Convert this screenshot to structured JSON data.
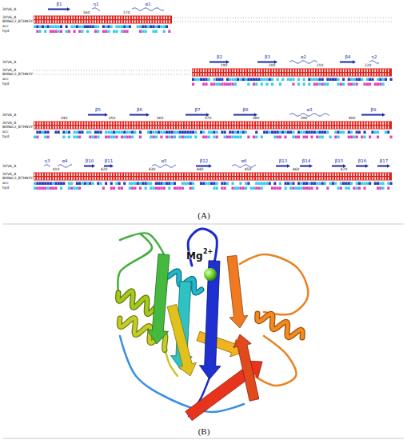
{
  "diagram": {
    "labels": [
      "(A)",
      "(B)",
      "Mg",
      "2+",
      "3VV6_A",
      "3VV6_A",
      "B0N6L2_BTHNSY",
      "acc",
      "hyd",
      "β1",
      "η1",
      "α1",
      "160",
      "170",
      "3VV6_A",
      "3VV6_A",
      "B0N6L2_BTHNSY",
      "acc",
      "hyd",
      "β2",
      "β3",
      "α2",
      "β4",
      "η2",
      "190",
      "200",
      "210",
      "220",
      "3VV6_A",
      "3VV6_A",
      "B0N6L2_BTHNSY",
      "acc",
      "hyd",
      "β5",
      "β6",
      "β7",
      "β8",
      "α3",
      "β9",
      "340",
      "350",
      "360",
      "370",
      "380",
      "390",
      "400",
      "3VV6_A",
      "3VV6_A",
      "B0N6L2_BTHNSY",
      "acc",
      "hyd",
      "η3",
      "α4",
      "β10",
      "β11",
      "α5",
      "β12",
      "α6",
      "β13",
      "β14",
      "β15",
      "β16",
      "β17",
      "410",
      "420",
      "430",
      "440",
      "450",
      "460",
      "470"
    ]
  }
}
